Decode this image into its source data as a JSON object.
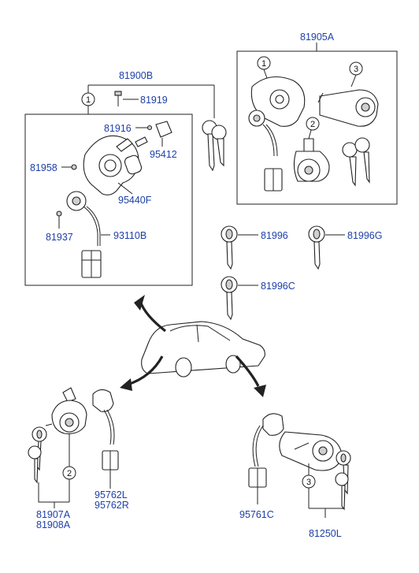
{
  "labels": {
    "p81900B": "81900B",
    "p81905A": "81905A",
    "p81919": "81919",
    "p81916": "81916",
    "p95412": "95412",
    "p81958": "81958",
    "p95440F": "95440F",
    "p81937": "81937",
    "p93110B": "93110B",
    "p81996": "81996",
    "p81996G": "81996G",
    "p81996C": "81996C",
    "p81907A": "81907A",
    "p81908A": "81908A",
    "p95762L": "95762L",
    "p95762R": "95762R",
    "p95761C": "95761C",
    "p81250L": "81250L"
  },
  "callouts": {
    "c1_main": "1",
    "c1_box": "1",
    "c2_box": "2",
    "c3_box": "3",
    "c2_door": "2",
    "c3_trunk": "3"
  },
  "colors": {
    "part_number": "#1d3fa8",
    "line": "#222222"
  }
}
